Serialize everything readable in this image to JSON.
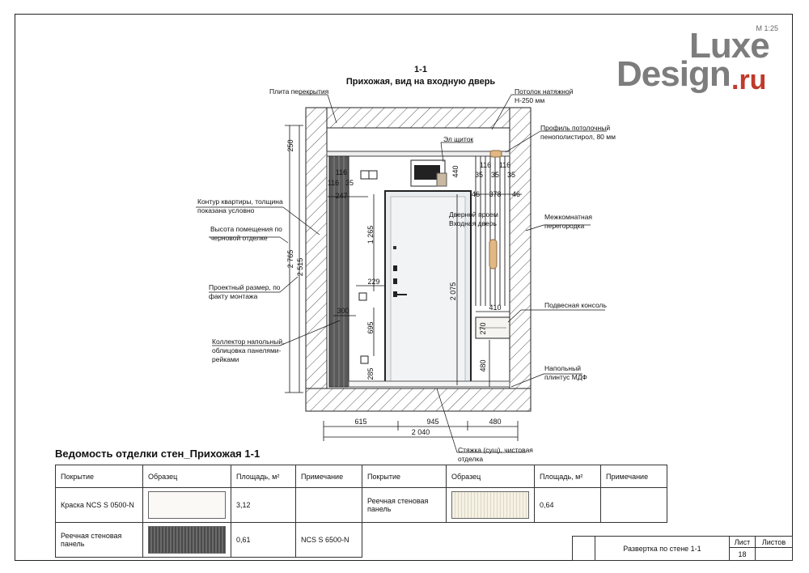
{
  "header": {
    "scale": "М 1:25"
  },
  "logo": {
    "line1": "Luxe",
    "line2": "Design",
    "line3": ".ru"
  },
  "drawing": {
    "title": "1-1",
    "subtitle": "Прихожая, вид на входную дверь",
    "labels": {
      "slab": "Плита перекрытия",
      "ceiling": "Потолок натяжной\nН-250 мм",
      "profile": "Профиль потолочный\nпенополистирол, 80 мм",
      "panel": "Эл щиток",
      "contour": "Контур квартиры, толщина\nпоказана условно",
      "height": "Высота помещения по\nчерновой отделке",
      "project": "Проектный размер, по\nфакту монтажа",
      "collector": "Коллектор напольный,\nоблицовка панелями-\nрейками",
      "opening": "Дверной проем\nВходная дверь",
      "partition": "Межкомнатная\nперегородка",
      "console": "Подвесная консоль",
      "plinth": "Напольный\nплинтус МДФ",
      "screed": "Стяжка (сущ), чистовая\nотделка"
    },
    "dims": {
      "h_total": "2 765",
      "h_clear": "2 515",
      "h_ceiling": "250",
      "w_left": "615",
      "w_mid": "945",
      "w_right": "480",
      "w_total": "2 040",
      "d440": "440",
      "d1265": "1 265",
      "d2075": "2 075",
      "d695": "695",
      "d285": "285",
      "d480": "480",
      "d270": "270",
      "d229": "229",
      "d300": "300",
      "d247": "247",
      "d410": "410",
      "d378": "378",
      "d116a": "116",
      "d116b": "116",
      "d116c": "116",
      "d116d": "116",
      "d35a": "35",
      "d35b": "35",
      "d35c": "35",
      "d35d": "35",
      "d46a": "46",
      "d46b": "46"
    }
  },
  "schedule": {
    "title": "Ведомость отделки стен_Прихожая 1-1",
    "headers": [
      "Покрытие",
      "Образец",
      "Площадь, м²",
      "Примечание",
      "Покрытие",
      "Образец",
      "Площадь, м²",
      "Примечание"
    ],
    "rows": [
      {
        "coating": "Краска NCS S 0500-N",
        "area": "3,12",
        "note": "",
        "coating2": "Реечная стеновая панель",
        "area2": "0,64",
        "note2": ""
      },
      {
        "coating": "Реечная стеновая панель",
        "area": "0,61",
        "note": "NCS S 6500-N"
      }
    ]
  },
  "stamp": {
    "name": "Развертка по стене 1-1",
    "sheet_label": "Лист",
    "sheets_label": "Листов",
    "sheet": "18",
    "sheets": ""
  }
}
